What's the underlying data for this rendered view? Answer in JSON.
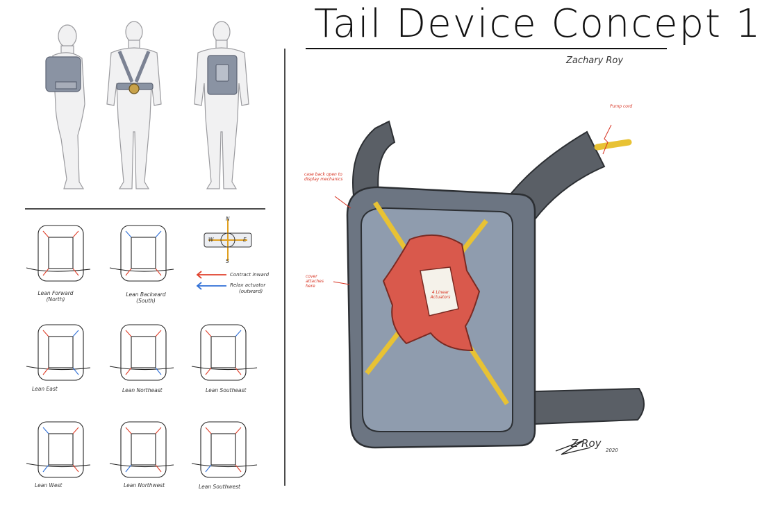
{
  "title": "Tail Device Concept 1",
  "author": "Zachary Roy",
  "signature": "Z Roy",
  "signature_year": "2020",
  "panels": [
    {
      "id": "forward",
      "label": "Lean Forward",
      "sub": "(North)"
    },
    {
      "id": "backward",
      "label": "Lean Backward",
      "sub": "(South)"
    },
    {
      "id": "east",
      "label": "Lean East",
      "sub": ""
    },
    {
      "id": "northeast",
      "label": "Lean Northeast",
      "sub": ""
    },
    {
      "id": "southeast",
      "label": "Lean Southeast",
      "sub": ""
    },
    {
      "id": "west",
      "label": "Lean West",
      "sub": ""
    },
    {
      "id": "northwest",
      "label": "Lean Northwest",
      "sub": ""
    },
    {
      "id": "southwest",
      "label": "Lean Southwest",
      "sub": ""
    }
  ],
  "legend": {
    "contract": "Contract inward",
    "relax": "Relax actuator",
    "relax_sub": "(outward)",
    "compass": {
      "n": "N",
      "s": "S",
      "e": "E",
      "w": "W"
    },
    "contract_color": "#e0412c",
    "relax_color": "#2f6fd6"
  },
  "annotations": {
    "pump_cord": "Pump cord",
    "case_note": "case back open to display mechanics",
    "cover_note": "cover attaches here",
    "actuators_note": "4 Linear Actuators"
  },
  "colors": {
    "case": "#6c7582",
    "case_inner": "#8f9cae",
    "tube": "#5a5f66",
    "rod": "#e8c234",
    "hub": "#d9594c",
    "accent": "#d7301f"
  }
}
